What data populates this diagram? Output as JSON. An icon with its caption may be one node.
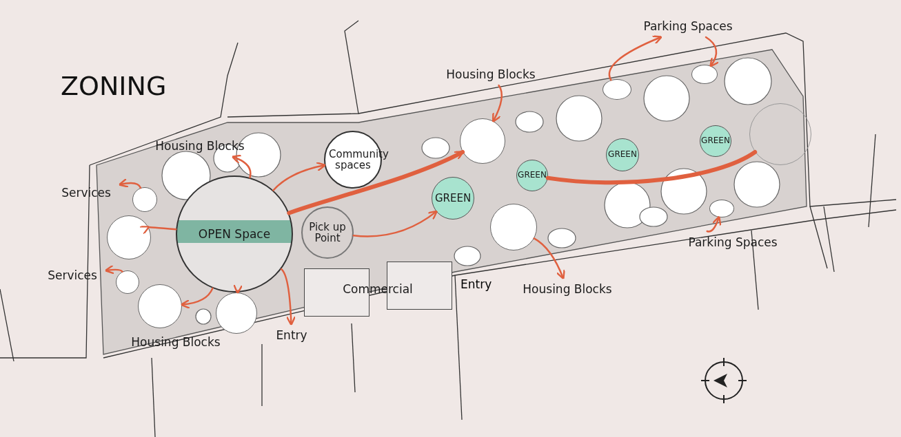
{
  "diagram": {
    "title": "ZONING",
    "nodes": [
      {
        "text": [
          "OPEN Space"
        ]
      },
      {
        "text": [
          "Community spaces"
        ]
      },
      {
        "text": [
          "Pick up Point"
        ]
      },
      {
        "text": [
          "GREEN"
        ]
      },
      {
        "text": [
          "GREEN"
        ]
      },
      {
        "text": [
          "GREEN"
        ]
      },
      {
        "text": [
          "GREEN"
        ]
      },
      {
        "text": [
          "Commercial"
        ]
      },
      {
        "text": [
          "Housing Blocks"
        ]
      },
      {
        "text": [
          "Services"
        ]
      },
      {
        "text": [
          "Services"
        ]
      },
      {
        "text": [
          "Housing Blocks"
        ]
      },
      {
        "text": [
          "Entry"
        ]
      },
      {
        "text": [
          "Housing Blocks"
        ]
      },
      {
        "text": [
          "Parking Spaces"
        ]
      },
      {
        "text": [
          "Parking Spaces"
        ]
      },
      {
        "text": [
          "Housing Blocks"
        ]
      },
      {
        "text": [],
        "shape": "circle"
      },
      {
        "text": [],
        "shape": "circle"
      },
      {
        "text": [],
        "shape": "circle"
      },
      {
        "text": [],
        "shape": "circle"
      },
      {
        "text": [],
        "shape": "circle"
      },
      {
        "text": [],
        "shape": "circle"
      },
      {
        "text": [],
        "shape": "circle"
      },
      {
        "text": [],
        "shape": "circle"
      },
      {
        "text": [],
        "shape": "circle"
      },
      {
        "text": [],
        "shape": "circle"
      },
      {
        "text": [],
        "shape": "circle"
      }
    ],
    "edges": [
      {
        "from": 0,
        "to": 8,
        "arrow": "to"
      },
      {
        "from": 17,
        "to": 9,
        "arrow": "to"
      },
      {
        "from": 0,
        "to": 18,
        "arrow": "to"
      },
      {
        "from": 19,
        "to": 10,
        "arrow": "to"
      },
      {
        "from": 0,
        "to": 20,
        "arrow": "to"
      },
      {
        "from": 0,
        "to": 21,
        "arrow": "to"
      },
      {
        "from": 0,
        "to": 12,
        "arrow": "to"
      },
      {
        "from": 0,
        "to": 1,
        "arrow": "to"
      },
      {
        "from": 0,
        "to": 22,
        "arrow": "to",
        "style": "thick"
      },
      {
        "from": 2,
        "to": 3,
        "arrow": "to"
      },
      {
        "from": 23,
        "to": 4,
        "arrow": "none",
        "style": "thick"
      },
      {
        "from": 13,
        "to": 22,
        "arrow": "to"
      },
      {
        "from": 24,
        "to": 14,
        "arrow": "to"
      },
      {
        "from": 14,
        "to": 25,
        "arrow": "to"
      },
      {
        "from": 15,
        "to": 26,
        "arrow": "to"
      },
      {
        "from": 27,
        "to": 16,
        "arrow": "to"
      }
    ],
    "labels": [
      "Entry"
    ]
  }
}
